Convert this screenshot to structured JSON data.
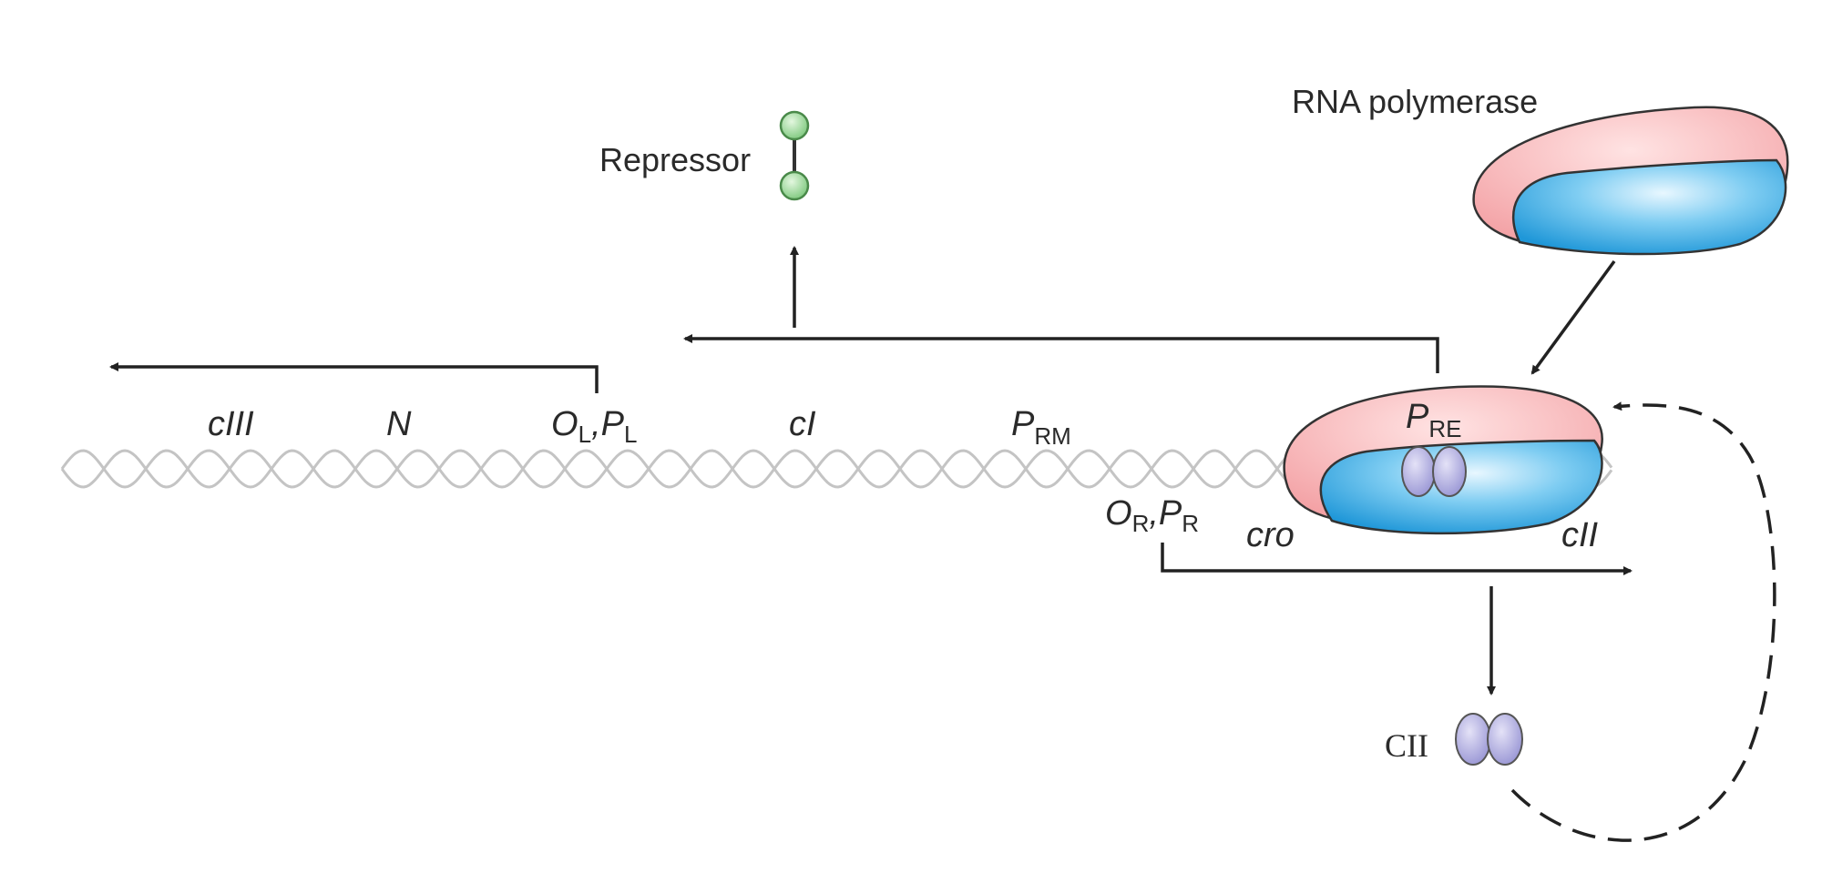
{
  "labels": {
    "rna_polymerase": "RNA polymerase",
    "repressor": "Repressor",
    "cIII": "cIII",
    "N": "N",
    "OL_letter": "O",
    "OL_sub": "L",
    "OL_comma": ",",
    "PL_letter": "P",
    "PL_sub": "L",
    "cI": "cI",
    "PRM_letter": "P",
    "PRM_sub": "RM",
    "PRE_letter": "P",
    "PRE_sub": "RE",
    "OR_letter": "O",
    "OR_sub": "R",
    "OR_comma": ",",
    "PR_letter": "P",
    "PR_sub": "R",
    "cro": "cro",
    "cII": "cII",
    "CII_protein": "CII"
  },
  "colors": {
    "polymerase_outer": "#f4a5a8",
    "polymerase_inner": "#3fa9e0",
    "cii_protein": "#a9a6dc",
    "repressor": "#8fd18f",
    "dna": "#c8c8c8",
    "arrow": "#222222"
  }
}
